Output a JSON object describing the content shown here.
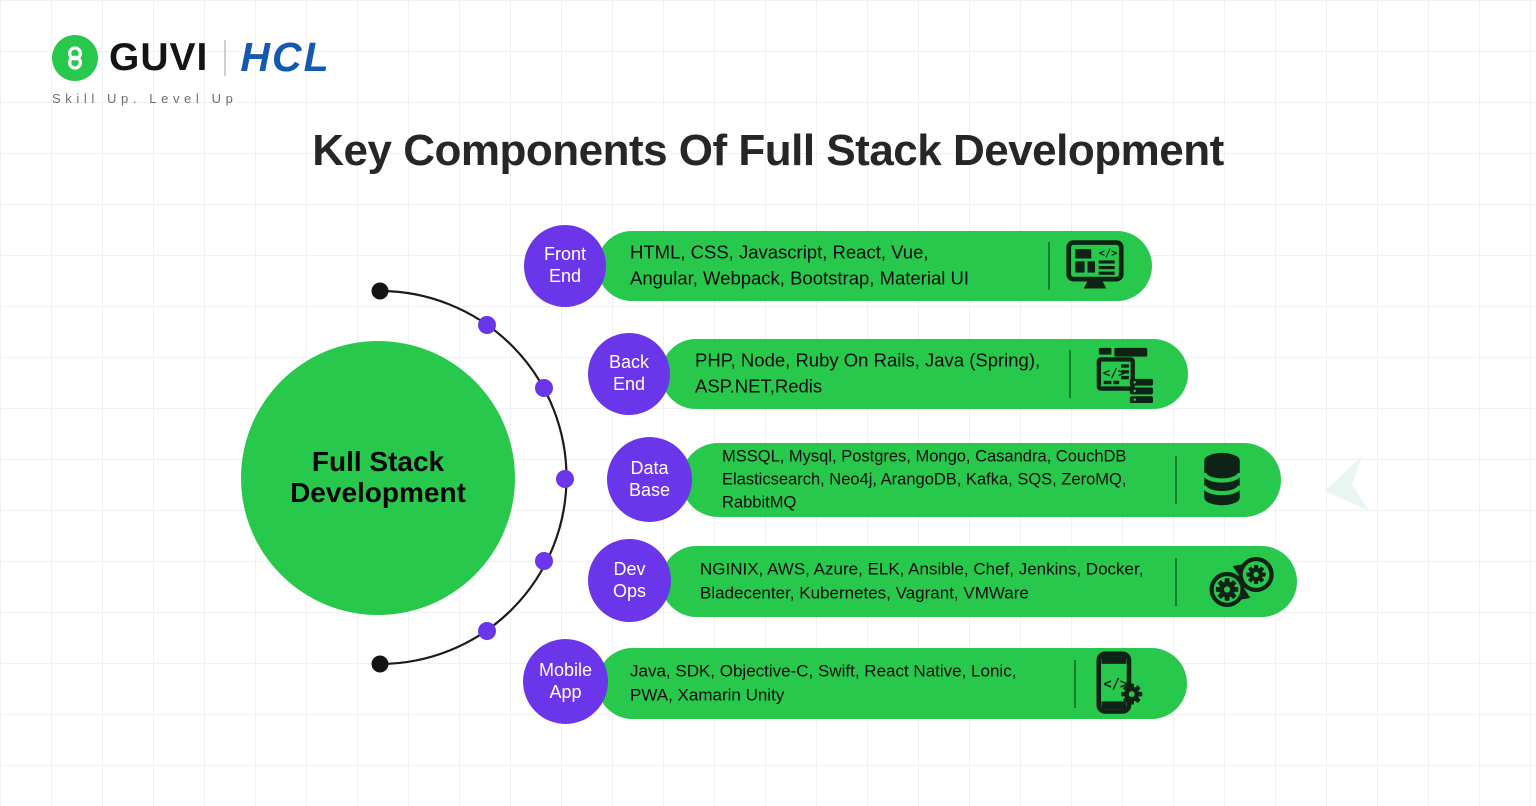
{
  "brand": {
    "guvi_label": "GUVI",
    "hcl_label": "HCL",
    "tagline": "Skill Up. Level Up"
  },
  "title": "Key Components Of Full Stack Development",
  "hub": {
    "label": "Full Stack\nDevelopment"
  },
  "rows": [
    {
      "label": "Front\nEnd",
      "technologies": "HTML, CSS, Javascript, React, Vue,\nAngular, Webpack, Bootstrap, Material UI",
      "icon": "monitor-code-icon"
    },
    {
      "label": "Back\nEnd",
      "technologies": "PHP, Node, Ruby On Rails, Java (Spring),\nASP.NET,Redis",
      "icon": "server-code-icon"
    },
    {
      "label": "Data\nBase",
      "technologies": "MSSQL, Mysql, Postgres, Mongo, Casandra, CouchDB\nElasticsearch, Neo4j, ArangoDB, Kafka, SQS, ZeroMQ,\nRabbitMQ",
      "icon": "database-icon"
    },
    {
      "label": "Dev\nOps",
      "technologies": "NGINIX, AWS, Azure, ELK, Ansible, Chef, Jenkins, Docker,\nBladecenter, Kubernetes, Vagrant, VMWare",
      "icon": "gears-sync-icon"
    },
    {
      "label": "Mobile\nApp",
      "technologies": "Java, SDK, Objective-C, Swift, React Native, Lonic,\nPWA, Xamarin Unity",
      "icon": "mobile-gear-icon"
    }
  ],
  "colors": {
    "green": "#28C84C",
    "purple": "#6B35EA",
    "icon_dark": "#0E2316",
    "hcl_blue": "#1558B0",
    "title_dark": "#262626",
    "faint_arrow": "#E8F5F1"
  }
}
